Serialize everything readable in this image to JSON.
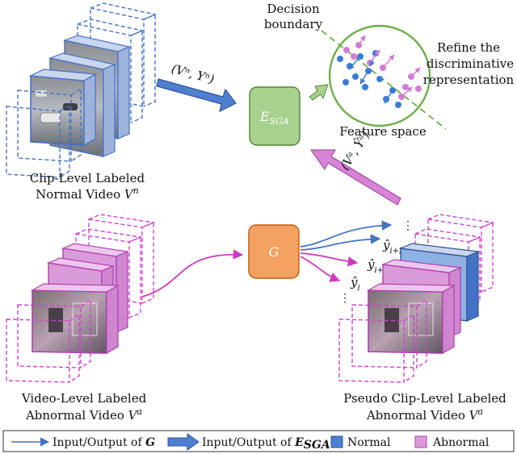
{
  "normal_video": {
    "caption_line1": "Clip-Level Labeled",
    "caption_line2": "Normal Video ",
    "caption_var": "V",
    "caption_sup": "n"
  },
  "abnormal_video": {
    "caption_line1": "Video-Level Labeled",
    "caption_line2": "Abnormal Video ",
    "caption_var": "V",
    "caption_sup": "a"
  },
  "pseudo_video": {
    "caption_line1": "Pseudo Clip-Level Labeled",
    "caption_line2": "Abnormal Video ",
    "caption_var": "V",
    "caption_sup": "a"
  },
  "esga_box": {
    "main": "E",
    "sub": "SGA"
  },
  "g_box": {
    "label": "G"
  },
  "arrow_normal_label": "(Vⁿ, Yⁿ)",
  "arrow_abnormal_label": "(Vᵃ, Ŷᵃ)",
  "feature_space": {
    "decision_line1": "Decision",
    "decision_line2": "boundary",
    "caption": "Feature space",
    "refine_line1": "Refine the",
    "refine_line2": "discriminative",
    "refine_line3": "representation"
  },
  "pseudo_labels": {
    "y1": "ŷ",
    "y1_sub": "i",
    "y2": "ŷ",
    "y2_sub": "i+1",
    "y3": "ŷ",
    "y3_sub": "i+2",
    "dots": "⋮"
  },
  "legend": {
    "item1_text": "Input/Output of ",
    "item1_bold": "G",
    "item2_text": "Input/Output of ",
    "item2_bold_main": "E",
    "item2_bold_sub": "SGA",
    "item3": "Normal",
    "item4": "Abnormal"
  },
  "colors": {
    "normal_blue": "#4472c4",
    "abnormal_magenta": "#cc44cc",
    "esga_green": "#a9d18e",
    "g_orange": "#f4a261",
    "boundary_green": "#70ad47"
  }
}
